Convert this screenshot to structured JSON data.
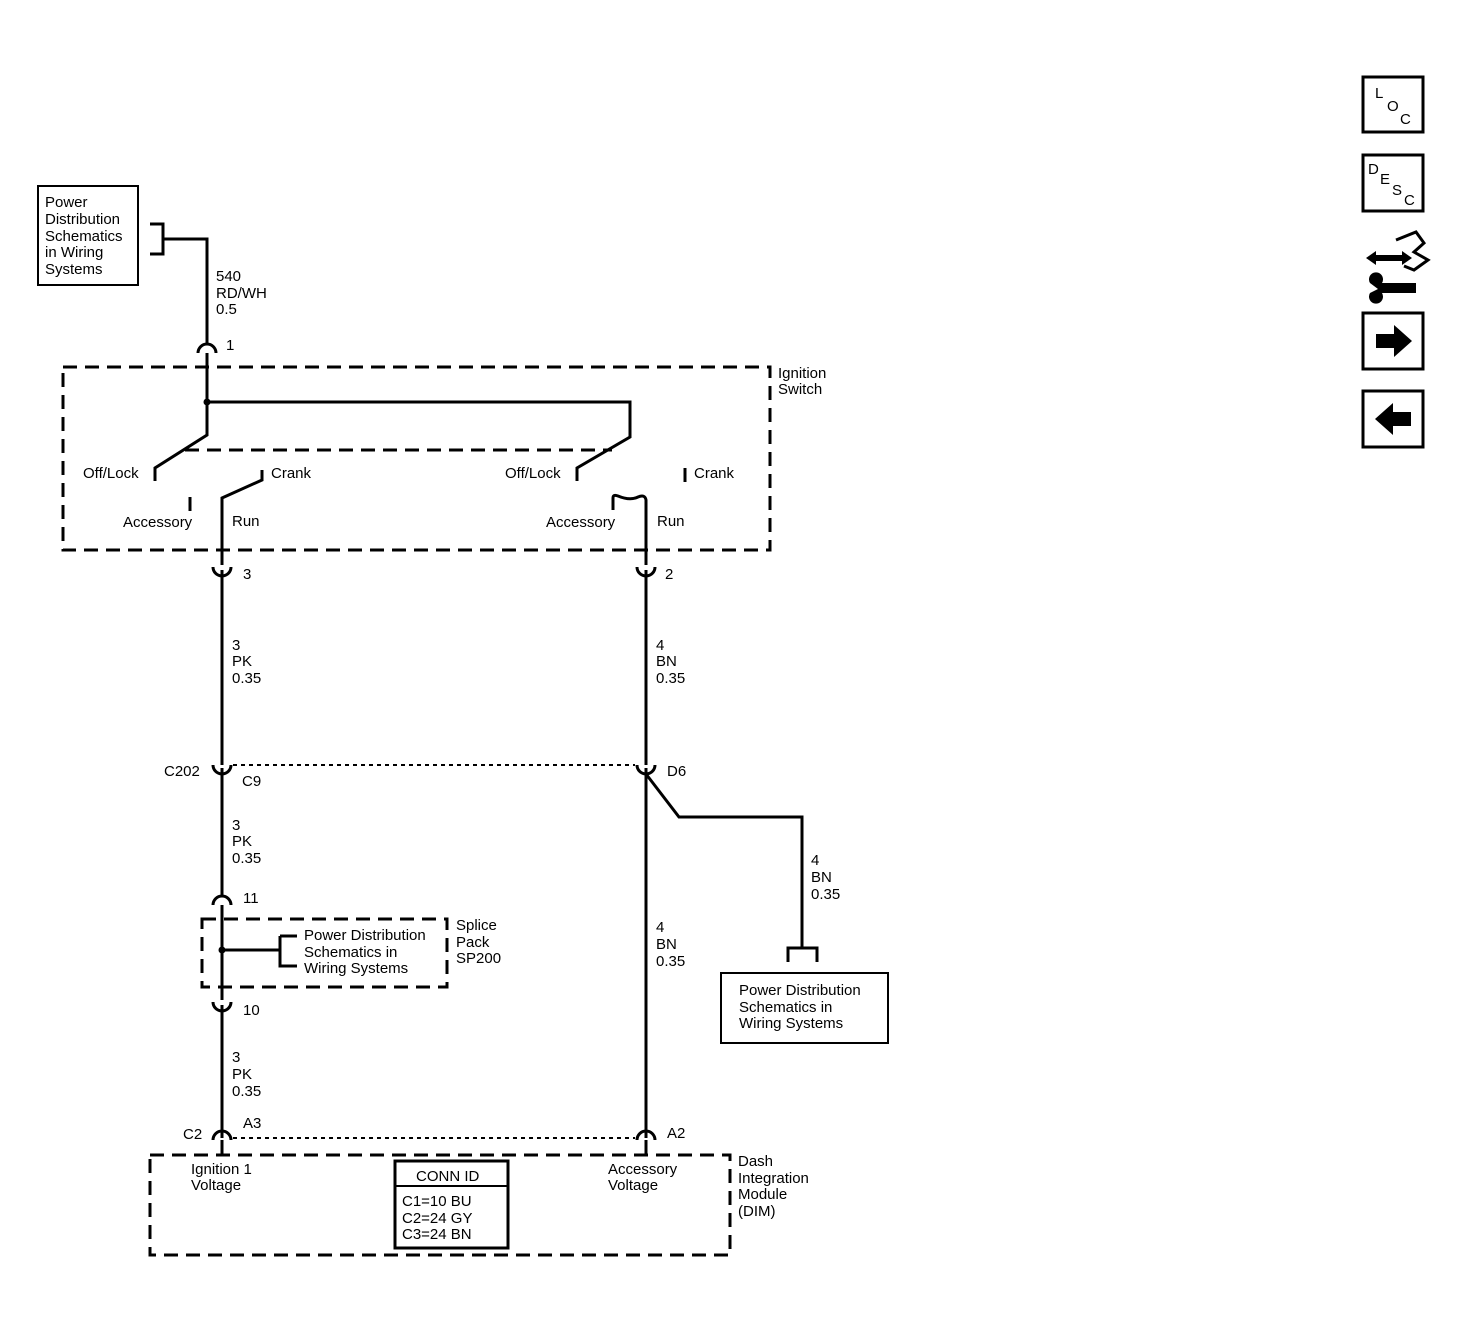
{
  "top_box": {
    "lines": [
      "Power",
      "Distribution",
      "Schematics",
      "in Wiring",
      "Systems"
    ]
  },
  "wire_top": {
    "circuit": "540",
    "color": "RD/WH",
    "size": "0.5"
  },
  "switch": {
    "name": [
      "Ignition",
      "Switch"
    ],
    "pin_in": "1",
    "pin_left": "3",
    "pin_right": "2",
    "left_pos": {
      "offlock": "Off/Lock",
      "crank": "Crank",
      "accessory": "Accessory",
      "run": "Run"
    },
    "right_pos": {
      "offlock": "Off/Lock",
      "crank": "Crank",
      "accessory": "Accessory",
      "run": "Run"
    }
  },
  "wire_left_1": {
    "circuit": "3",
    "color": "PK",
    "size": "0.35"
  },
  "wire_right_1": {
    "circuit": "4",
    "color": "BN",
    "size": "0.35"
  },
  "c202": {
    "name": "C202",
    "pin_left": "C9",
    "pin_right": "D6"
  },
  "wire_left_2": {
    "circuit": "3",
    "color": "PK",
    "size": "0.35"
  },
  "wire_branch": {
    "circuit": "4",
    "color": "BN",
    "size": "0.35"
  },
  "wire_right_2": {
    "circuit": "4",
    "color": "BN",
    "size": "0.35"
  },
  "splice": {
    "pin_top": "11",
    "pin_bottom": "10",
    "name": [
      "Splice",
      "Pack",
      "SP200"
    ],
    "box_lines": [
      "Power Distribution",
      "Schematics in",
      "Wiring Systems"
    ]
  },
  "branch_box": {
    "lines": [
      "Power Distribution",
      "Schematics in",
      "Wiring Systems"
    ]
  },
  "wire_left_3": {
    "circuit": "3",
    "color": "PK",
    "size": "0.35"
  },
  "dim": {
    "connector": "C2",
    "pin_left": "A3",
    "pin_right": "A2",
    "left_label": [
      "Ignition 1",
      "Voltage"
    ],
    "right_label": [
      "Accessory",
      "Voltage"
    ],
    "name": [
      "Dash",
      "Integration",
      "Module",
      "(DIM)"
    ],
    "conn_id": {
      "title": "CONN ID",
      "rows": [
        "C1=10 BU",
        "C2=24 GY",
        "C3=24 BN"
      ]
    }
  },
  "nav": {
    "loc": [
      "L",
      "O",
      "C"
    ],
    "desc": [
      "D",
      "E",
      "S",
      "C"
    ],
    "icons": [
      "connector-toggle-icon",
      "next-arrow-icon",
      "previous-arrow-icon"
    ]
  }
}
